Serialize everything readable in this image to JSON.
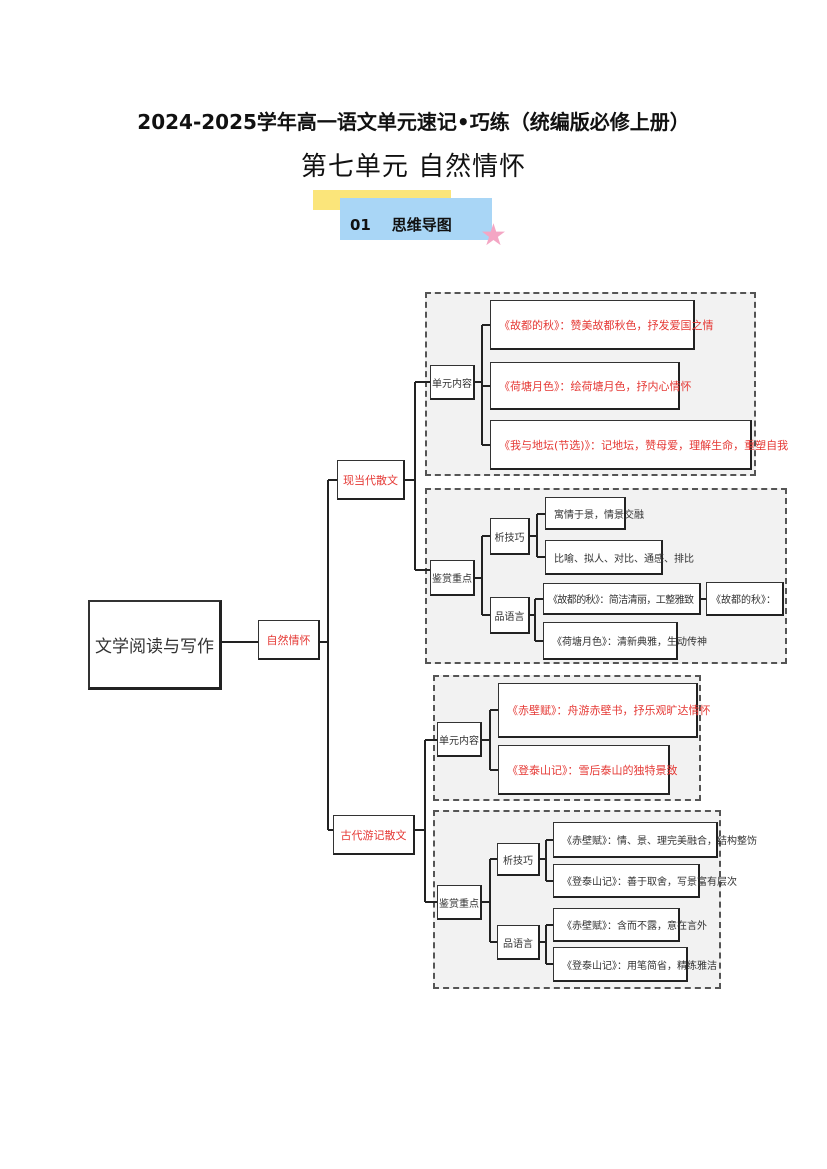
{
  "header": {
    "title": "2024-2025学年高一语文单元速记•巧练（统编版必修上册）",
    "subtitle": "第七单元  自然情怀",
    "section_no": "01",
    "section_label": "思维导图"
  },
  "mindmap": {
    "root": "文学阅读与写作",
    "theme": "自然情怀",
    "modern": {
      "label": "现当代散文",
      "content_label": "单元内容",
      "content": [
        "《故都的秋》：赞美故都秋色，抒发爱国之情",
        "《荷塘月色》：绘荷塘月色，抒内心情怀",
        "《我与地坛(节选)》：记地坛，赞母爱，理解生命，重塑自我"
      ],
      "appreciation_label": "鉴赏重点",
      "technique_label": "析技巧",
      "technique": [
        "寓情于景，情景交融",
        "比喻、拟人、对比、通感、排比"
      ],
      "language_label": "品语言",
      "language": [
        "《故都的秋》：简洁清丽，工整雅致",
        "《荷塘月色》：清新典雅，生动传神"
      ],
      "extra": "《故都的秋》："
    },
    "ancient": {
      "label": "古代游记散文",
      "content_label": "单元内容",
      "content": [
        "《赤壁赋》：舟游赤壁书，抒乐观旷达情怀",
        "《登泰山记》：雪后泰山的独特景致"
      ],
      "appreciation_label": "鉴赏重点",
      "technique_label": "析技巧",
      "technique": [
        "《赤壁赋》：情、景、理完美融合，结构整饬",
        "《登泰山记》：善于取舍，写景富有层次"
      ],
      "language_label": "品语言",
      "language": [
        "《赤壁赋》：含而不露，意在言外",
        "《登泰山记》：用笔简省，精练雅洁"
      ]
    }
  }
}
